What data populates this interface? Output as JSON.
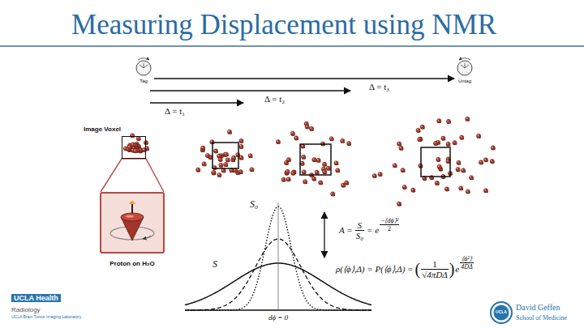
{
  "diagram": {
    "title": "Measuring Displacement using NMR",
    "nodes": [
      {
        "text": [
          "Image Voxel"
        ]
      },
      {
        "text": [
          "Proton on H₂O"
        ]
      }
    ],
    "edges": [
      {
        "from": 0,
        "to": 1,
        "arrow": "none"
      }
    ],
    "labels": [
      "Tag",
      "Untag",
      "Δ = t₁",
      "Δ = t₂",
      "Δ = t₃",
      "S₀",
      "S",
      "dϕ = 0",
      "A =",
      "S",
      "S₀",
      "= e",
      "−⟨dϕ⟩²",
      "2",
      "ρ(⟨ϕ⟩,Δ) = P(⟨ϕ⟩,Δ) =",
      "(",
      "1",
      "√4πDΔ",
      ")",
      "e",
      "⟨ϕ²⟩",
      "4DΔ",
      "UCLA Health",
      "Radiology",
      "UCLA Brain Tumor Imaging Laboratory",
      "UCLA",
      "David Geffen",
      "School of Medicine"
    ]
  }
}
